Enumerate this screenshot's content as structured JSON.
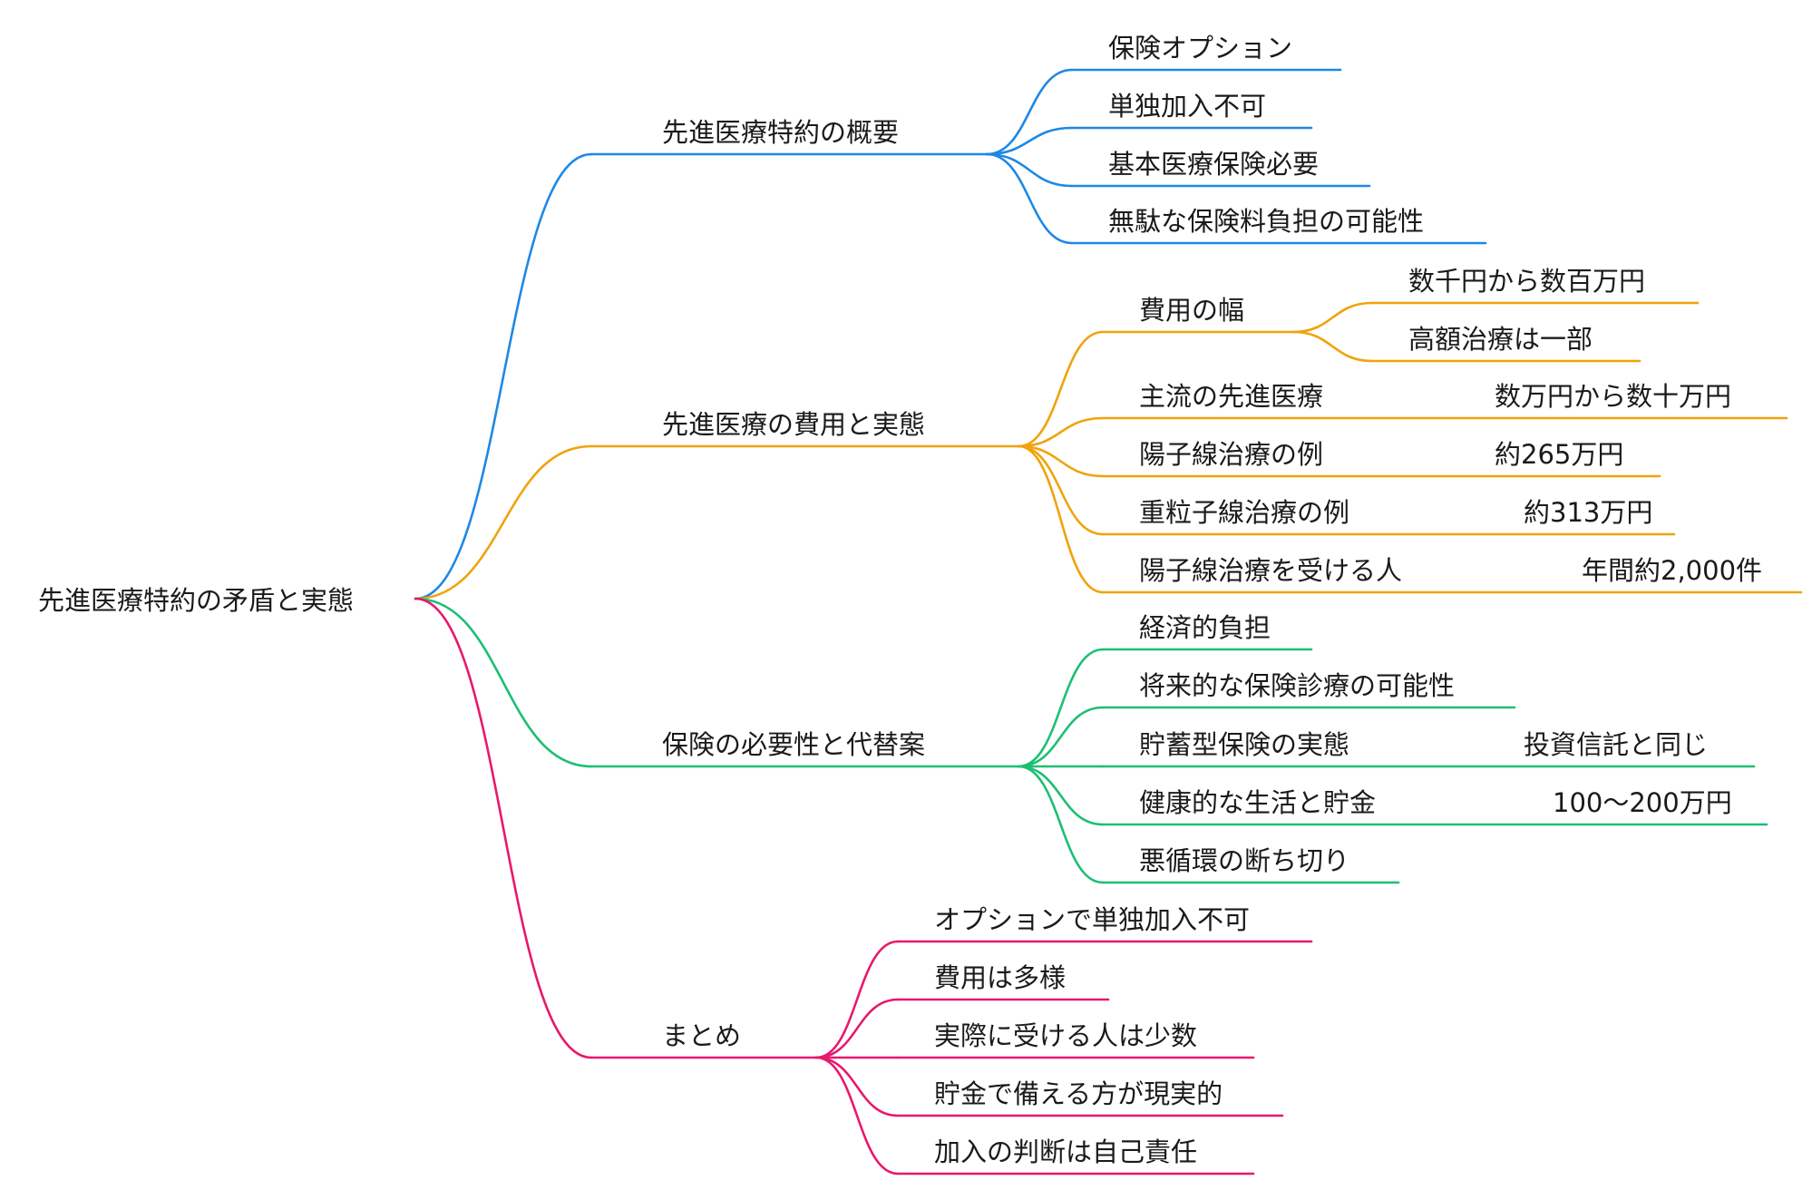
{
  "root": {
    "label": "先進医療特約の矛盾と実態"
  },
  "branches": [
    {
      "label": "先進医療特約の概要",
      "color": "#1e88e5",
      "children": [
        {
          "label": "保険オプション"
        },
        {
          "label": "単独加入不可"
        },
        {
          "label": "基本医療保険必要"
        },
        {
          "label": "無駄な保険料負担の可能性"
        }
      ]
    },
    {
      "label": "先進医療の費用と実態",
      "color": "#f0a30a",
      "children": [
        {
          "label": "費用の幅",
          "children": [
            {
              "label": "数千円から数百万円"
            },
            {
              "label": "高額治療は一部"
            }
          ]
        },
        {
          "label": "主流の先進医療",
          "children": [
            {
              "label": "数万円から数十万円"
            }
          ]
        },
        {
          "label": "陽子線治療の例",
          "children": [
            {
              "label": "約265万円"
            }
          ]
        },
        {
          "label": "重粒子線治療の例",
          "children": [
            {
              "label": "約313万円"
            }
          ]
        },
        {
          "label": "陽子線治療を受ける人",
          "children": [
            {
              "label": "年間約2,000件"
            }
          ]
        }
      ]
    },
    {
      "label": "保険の必要性と代替案",
      "color": "#1dbf73",
      "children": [
        {
          "label": "経済的負担"
        },
        {
          "label": "将来的な保険診療の可能性"
        },
        {
          "label": "貯蓄型保険の実態",
          "children": [
            {
              "label": "投資信託と同じ"
            }
          ]
        },
        {
          "label": "健康的な生活と貯金",
          "children": [
            {
              "label": "100〜200万円"
            }
          ]
        },
        {
          "label": "悪循環の断ち切り"
        }
      ]
    },
    {
      "label": "まとめ",
      "color": "#e8186d",
      "children": [
        {
          "label": "オプションで単独加入不可"
        },
        {
          "label": "費用は多様"
        },
        {
          "label": "実際に受ける人は少数"
        },
        {
          "label": "貯金で備える方が現実的"
        },
        {
          "label": "加入の判断は自己責任"
        }
      ]
    }
  ]
}
